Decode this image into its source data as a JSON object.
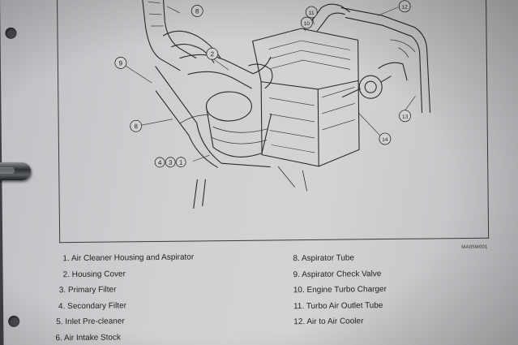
{
  "figure_id": "MA05M001",
  "callouts": [
    "1",
    "2",
    "3",
    "4",
    "8",
    "8",
    "9",
    "10",
    "11",
    "12",
    "13",
    "14"
  ],
  "legend_left": [
    "1. Air Cleaner Housing and Aspirator",
    "2. Housing Cover",
    "3. Primary Filter",
    "4. Secondary Filter",
    "5. Inlet Pre-cleaner",
    "6. Air Intake Stock"
  ],
  "legend_right": [
    "8. Aspirator Tube",
    "9. Aspirator Check Valve",
    "10. Engine Turbo Charger",
    "11. Turbo Air Outlet Tube",
    "12. Air to Air Cooler"
  ]
}
